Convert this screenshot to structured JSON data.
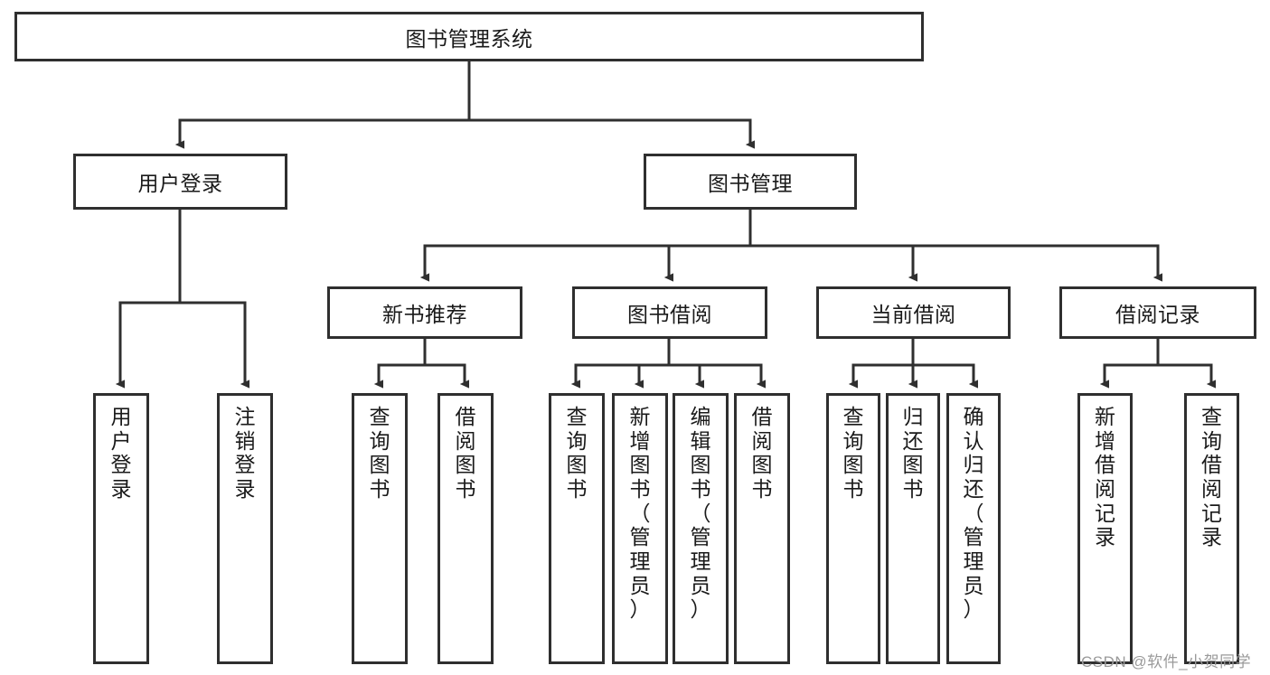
{
  "diagram": {
    "title": "图书管理系统",
    "colors": {
      "border": "#2f2f2f",
      "fill": "#ffffff",
      "text": "#1a1a1a",
      "edge": "#2f2f2f",
      "watermark": "#9a9a9a"
    },
    "root": {
      "label": "图书管理系统"
    },
    "level2": [
      {
        "label": "用户登录"
      },
      {
        "label": "图书管理"
      }
    ],
    "level3": [
      {
        "label": "新书推荐"
      },
      {
        "label": "图书借阅"
      },
      {
        "label": "当前借阅"
      },
      {
        "label": "借阅记录"
      }
    ],
    "leaves": {
      "user_login": [
        {
          "label": "用\n户\n登\n录"
        },
        {
          "label": "注\n销\n登\n录"
        }
      ],
      "new_book": [
        {
          "label": "查\n询\n图\n书"
        },
        {
          "label": "借\n阅\n图\n书"
        }
      ],
      "borrow": [
        {
          "label": "查\n询\n图\n书"
        },
        {
          "label": "新\n增\n图\n书\n（\n管\n理\n员\n）"
        },
        {
          "label": "编\n辑\n图\n书\n（\n管\n理\n员\n）"
        },
        {
          "label": "借\n阅\n图\n书"
        }
      ],
      "current": [
        {
          "label": "查\n询\n图\n书"
        },
        {
          "label": "归\n还\n图\n书"
        },
        {
          "label": "确\n认\n归\n还\n（\n管\n理\n员\n）"
        }
      ],
      "records": [
        {
          "label": "新\n增\n借\n阅\n记\n录"
        },
        {
          "label": "查\n询\n借\n阅\n记\n录"
        }
      ]
    },
    "watermark": "CSDN @软件_小贺同学"
  }
}
